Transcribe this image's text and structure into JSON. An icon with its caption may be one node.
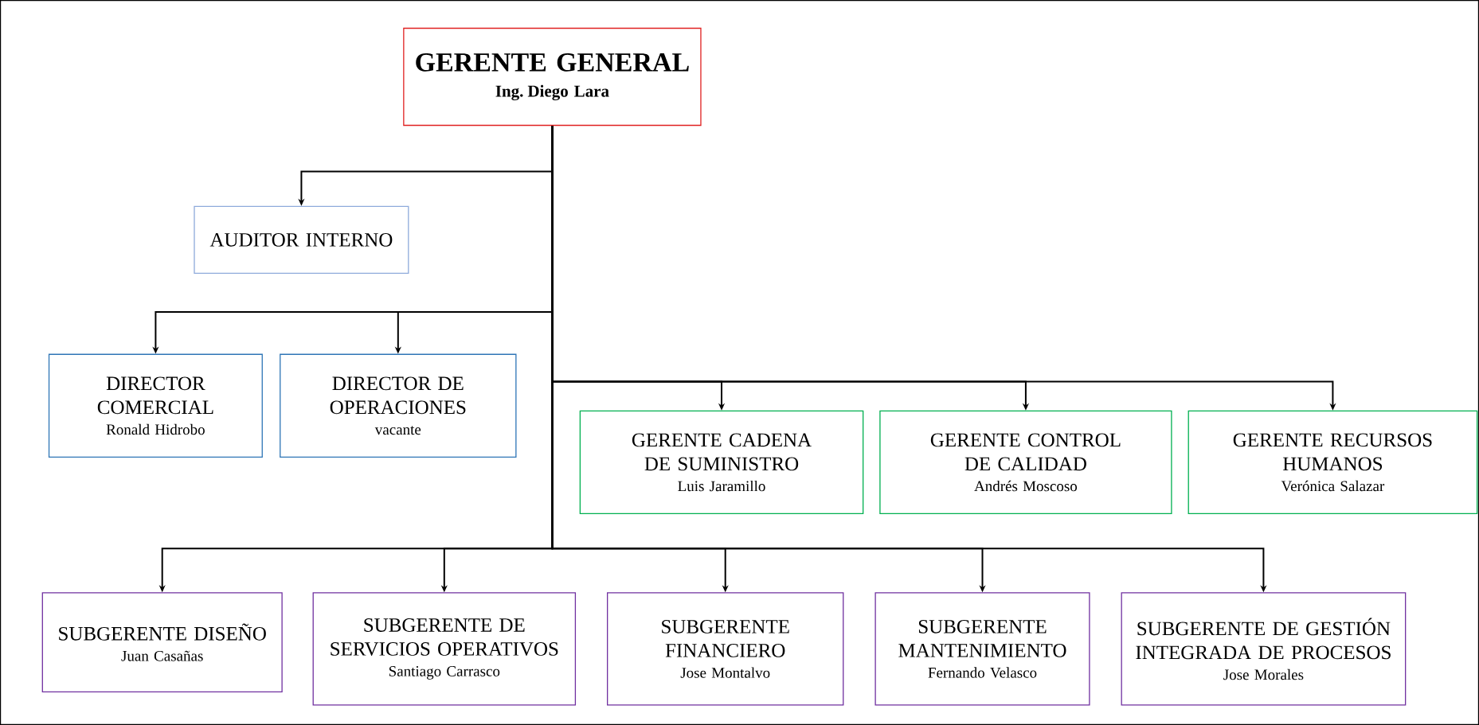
{
  "diagram": {
    "nodes": [
      {
        "text": [
          "GERENTE GENERAL",
          "Ing. Diego Lara"
        ]
      },
      {
        "text": [
          "AUDITOR INTERNO"
        ]
      },
      {
        "text": [
          "DIRECTOR COMERCIAL",
          "Ronald Hidrobo"
        ]
      },
      {
        "text": [
          "DIRECTOR DE OPERACIONES",
          "vacante"
        ]
      },
      {
        "text": [
          "GERENTE CADENA DE SUMINISTRO",
          "Luis Jaramillo"
        ]
      },
      {
        "text": [
          "GERENTE CONTROL DE CALIDAD",
          "Andrés Moscoso"
        ]
      },
      {
        "text": [
          "GERENTE RECURSOS HUMANOS",
          "Verónica Salazar"
        ]
      },
      {
        "text": [
          "SUBGERENTE DISEÑO",
          "Juan Casañas"
        ]
      },
      {
        "text": [
          "SUBGERENTE DE SERVICIOS OPERATIVOS",
          "Santiago Carrasco"
        ]
      },
      {
        "text": [
          "SUBGERENTE FINANCIERO",
          "Jose Montalvo"
        ]
      },
      {
        "text": [
          "SUBGERENTE MANTENIMIENTO",
          "Fernando Velasco"
        ]
      },
      {
        "text": [
          "SUBGERENTE DE GESTIÓN INTEGRADA DE PROCESOS",
          "Jose Morales"
        ]
      }
    ],
    "edges": [
      {
        "from": 0,
        "to": 1,
        "arrow": "to"
      },
      {
        "from": 0,
        "to": 2,
        "arrow": "to"
      },
      {
        "from": 0,
        "to": 3,
        "arrow": "to"
      },
      {
        "from": 0,
        "to": 4,
        "arrow": "to"
      },
      {
        "from": 0,
        "to": 5,
        "arrow": "to"
      },
      {
        "from": 0,
        "to": 6,
        "arrow": "to"
      },
      {
        "from": 0,
        "to": 7,
        "arrow": "to"
      },
      {
        "from": 0,
        "to": 8,
        "arrow": "to"
      },
      {
        "from": 0,
        "to": 9,
        "arrow": "to"
      },
      {
        "from": 0,
        "to": 10,
        "arrow": "to"
      },
      {
        "from": 0,
        "to": 11,
        "arrow": "to"
      }
    ]
  }
}
